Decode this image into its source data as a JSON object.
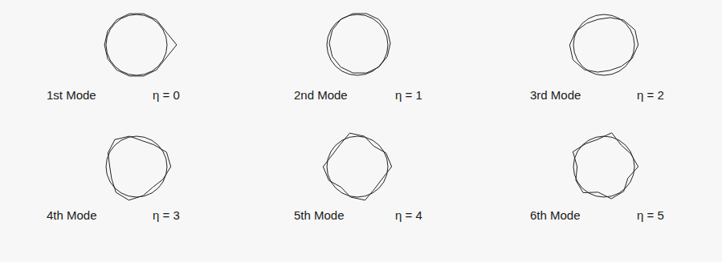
{
  "diagram": {
    "labels": [
      "1st Mode",
      "η = 0",
      "2nd Mode",
      "η = 1",
      "3rd Mode",
      "η = 2",
      "4th Mode",
      "η = 3",
      "5th Mode",
      "η = 4",
      "6th Mode",
      "η = 5"
    ]
  }
}
